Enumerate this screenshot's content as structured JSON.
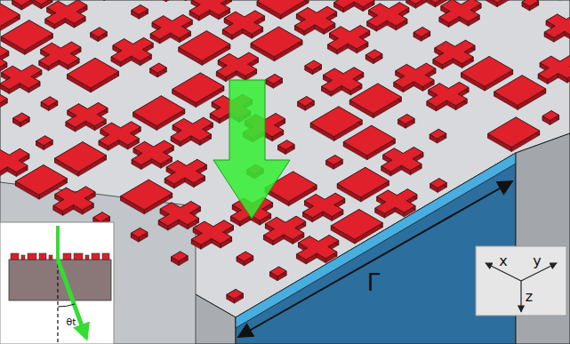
{
  "diagram": {
    "labels": [
      "Γ",
      "x",
      "y",
      "z",
      "θt"
    ]
  }
}
